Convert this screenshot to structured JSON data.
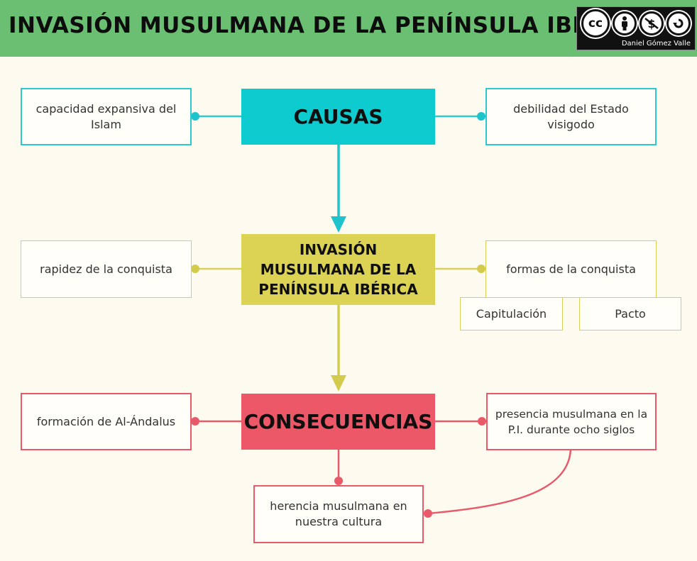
{
  "header": {
    "title": "INVASIÓN MUSULMANA DE LA PENÍNSULA IBÉRICA",
    "license": {
      "icons": [
        "cc-icon",
        "attribution-icon",
        "noncommercial-icon",
        "sharealike-icon"
      ],
      "cc_text": "cc",
      "author": "Daniel Gómez Valle"
    }
  },
  "diagram": {
    "causes": {
      "title": "CAUSAS",
      "left": "capacidad expansiva del Islam",
      "right": "debilidad del Estado visigodo"
    },
    "center": {
      "title": "INVASIÓN MUSULMANA DE LA PENÍNSULA IBÉRICA",
      "left": "rapidez de la conquista",
      "right": "formas de la conquista",
      "forms": [
        "Capitulación",
        "Pacto"
      ]
    },
    "consequences": {
      "title": "CONSECUENCIAS",
      "left": "formación de Al-Ándalus",
      "right": "presencia musulmana en la P.I. durante ocho siglos",
      "bottom": "herencia musulmana en nuestra cultura"
    }
  },
  "colors": {
    "header": "#6bbf73",
    "background": "#fdfaef",
    "teal": "#0ecbcf",
    "yellow": "#dcd254",
    "red": "#ec5868"
  }
}
